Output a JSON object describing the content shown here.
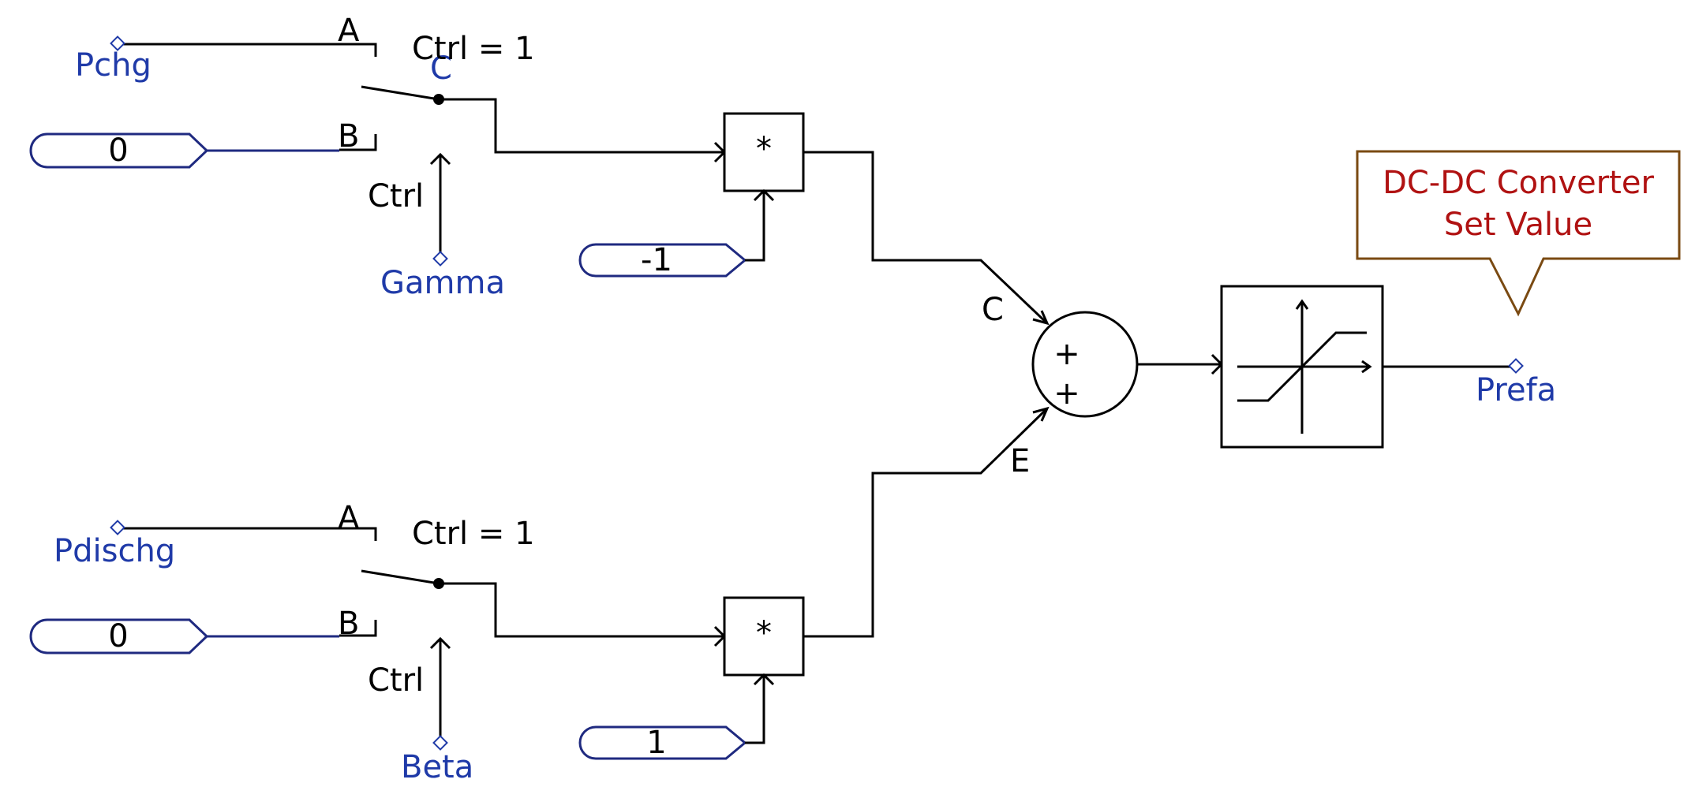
{
  "signals": {
    "pchg": "Pchg",
    "pdischg": "Pdischg",
    "gamma": "Gamma",
    "beta": "Beta",
    "prefa": "Prefa"
  },
  "switches": {
    "top": {
      "port_a": "A",
      "port_b": "B",
      "port_c": "C",
      "ctrl": "Ctrl",
      "ctrl_value": "Ctrl =   1"
    },
    "bottom": {
      "port_a": "A",
      "port_b": "B",
      "ctrl": "Ctrl",
      "ctrl_value": "Ctrl =   1"
    }
  },
  "constants": {
    "top_b": "0",
    "bottom_b": "0",
    "top_mult": "-1",
    "bottom_mult": "1"
  },
  "multipliers": {
    "symbol": "*"
  },
  "summer": {
    "in_c": "C",
    "in_e": "E",
    "sign1": "+",
    "sign2": "+"
  },
  "callout": {
    "line1": "DC-DC Converter",
    "line2": "Set Value"
  },
  "colors": {
    "signal": "#1f3aa8",
    "callout_text": "#b01212",
    "callout_border": "#7a4a12",
    "wire": "#000000",
    "constant_border": "#1f2a80"
  }
}
